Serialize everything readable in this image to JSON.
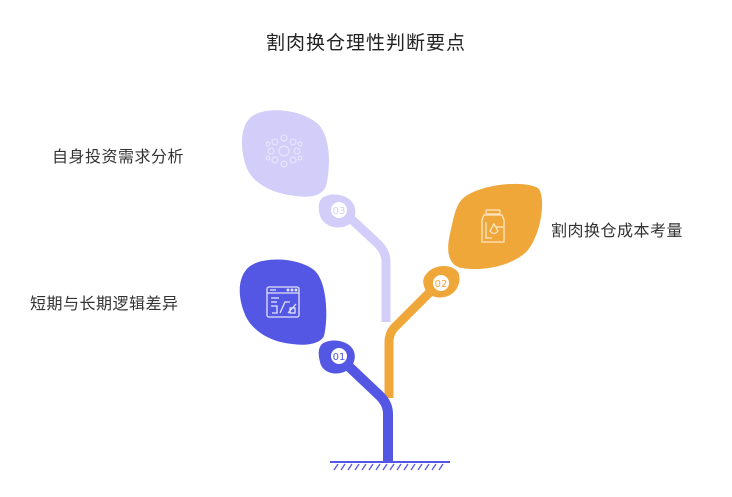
{
  "title": "割肉换仓理性判断要点",
  "colors": {
    "branch_01": "#5357E4",
    "branch_02": "#F0A73A",
    "branch_03": "#D2CDF9",
    "text": "#333333",
    "ground": "#5357E4"
  },
  "branches": [
    {
      "number": "01",
      "label": "短期与长期逻辑差异",
      "icon": "browser-chart-icon",
      "color": "#5357E4"
    },
    {
      "number": "02",
      "label": "割肉换仓成本考量",
      "icon": "jar-drop-icon",
      "color": "#F0A73A"
    },
    {
      "number": "03",
      "label": "自身投资需求分析",
      "icon": "network-circle-icon",
      "color": "#D2CDF9"
    }
  ]
}
